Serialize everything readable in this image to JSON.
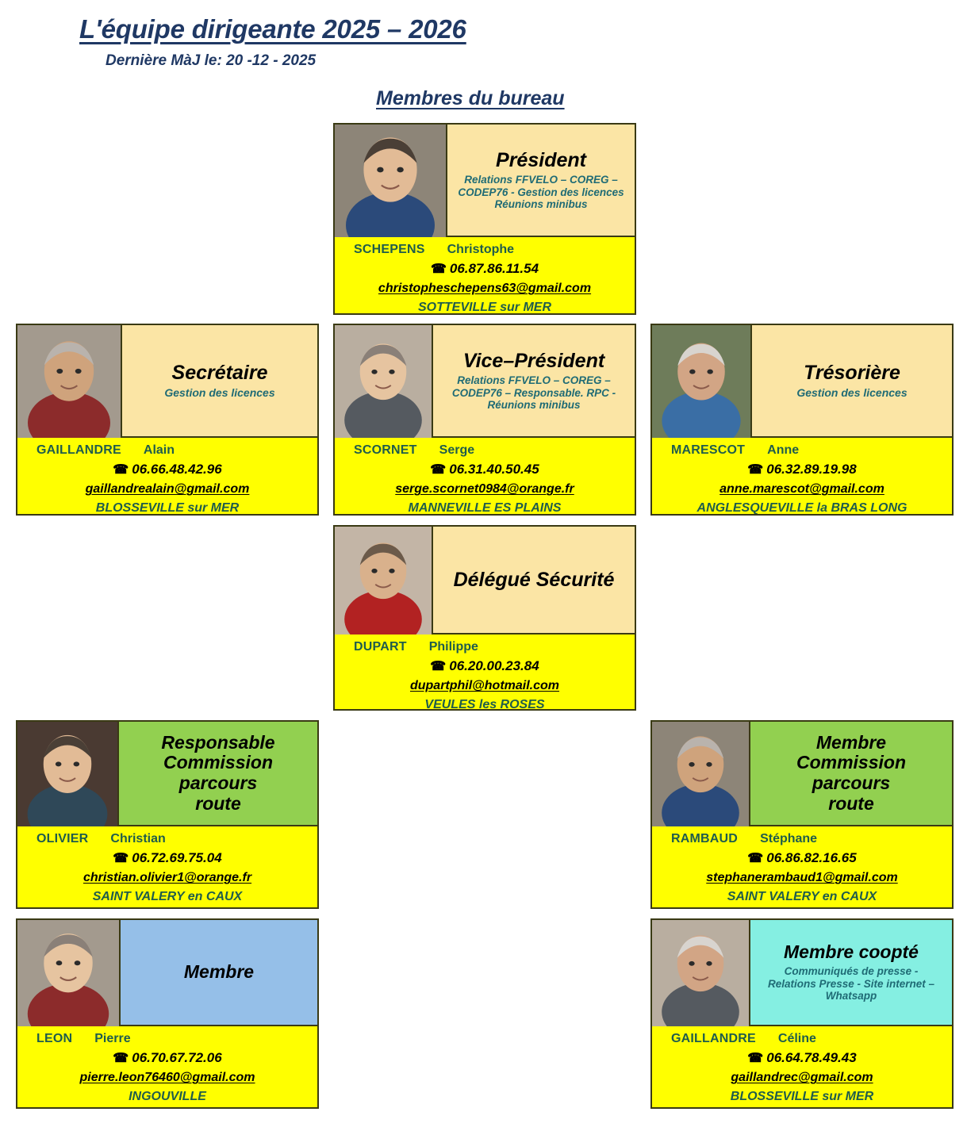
{
  "header": {
    "title": "L'équipe dirigeante 2025 – 2026",
    "subtitle": "Dernière MàJ le: 20 -12 - 2025",
    "section_title": "Membres du bureau"
  },
  "colors": {
    "title_blue": "#1F3864",
    "role_header_cream": "#FBE5A5",
    "role_header_green": "#92D050",
    "role_header_blue": "#95BFE8",
    "role_header_cyan": "#85EFE2",
    "contact_yellow": "#FFFF00",
    "name_green": "#1F5C4C",
    "sub_teal": "#1F6B75",
    "border": "#3A3A14"
  },
  "phone_icon": "☎",
  "cards": [
    {
      "id": "president",
      "role": "Président",
      "role_sub": "Relations  FFVELO – COREG –\nCODEP76 - Gestion des  licences\nRéunions minibus",
      "family_name": "SCHEPENS",
      "given_name": "Christophe",
      "phone": "06.87.86.11.54",
      "email": "christopheschepens63@gmail.com",
      "city": "SOTTEVILLE sur MER",
      "header_color": "#FBE5A5",
      "photo_name": "photo-schepens-christophe"
    },
    {
      "id": "secretaire",
      "role": "Secrétaire",
      "role_sub": "Gestion des  licences",
      "family_name": "GAILLANDRE",
      "given_name": "Alain",
      "phone": "06.66.48.42.96",
      "email": "gaillandrealain@gmail.com",
      "city": "BLOSSEVILLE sur MER",
      "header_color": "#FBE5A5",
      "photo_name": "photo-gaillandre-alain"
    },
    {
      "id": "vice-president",
      "role": "Vice–Président",
      "role_sub": "Relations  FFVELO – COREG –\nCODEP76 – Responsable. RPC -\nRéunions minibus",
      "family_name": "SCORNET",
      "given_name": "Serge",
      "phone": "06.31.40.50.45",
      "email": "serge.scornet0984@orange.fr",
      "city": "MANNEVILLE ES PLAINS",
      "header_color": "#FBE5A5",
      "photo_name": "photo-scornet-serge"
    },
    {
      "id": "tresoriere",
      "role": "Trésorière",
      "role_sub": "Gestion des  licences",
      "family_name": "MARESCOT",
      "given_name": "Anne",
      "phone": "06.32.89.19.98",
      "email": "anne.marescot@gmail.com",
      "city": "ANGLESQUEVILLE la BRAS LONG",
      "header_color": "#FBE5A5",
      "photo_name": "photo-marescot-anne"
    },
    {
      "id": "delegue-securite",
      "role": "Délégué Sécurité",
      "role_sub": "",
      "family_name": "DUPART",
      "given_name": "Philippe",
      "phone": "06.20.00.23.84",
      "email": "dupartphil@hotmail.com",
      "city": "VEULES les ROSES",
      "header_color": "#FBE5A5",
      "photo_name": "photo-dupart-philippe"
    },
    {
      "id": "responsable-commission-parcours-route",
      "role": "Responsable\nCommission parcours\nroute",
      "role_sub": "",
      "family_name": "OLIVIER",
      "given_name": "Christian",
      "phone": "06.72.69.75.04",
      "email": "christian.olivier1@orange.fr",
      "city": "SAINT VALERY en CAUX",
      "header_color": "#92D050",
      "photo_name": "photo-olivier-christian"
    },
    {
      "id": "membre-commission-parcours-route",
      "role": "Membre\nCommission parcours\nroute",
      "role_sub": "",
      "family_name": "RAMBAUD",
      "given_name": "Stéphane",
      "phone": "06.86.82.16.65",
      "email": "stephanerambaud1@gmail.com",
      "city": "SAINT VALERY en CAUX",
      "header_color": "#92D050",
      "photo_name": "photo-rambaud-stephane"
    },
    {
      "id": "membre",
      "role": "Membre",
      "role_sub": "",
      "family_name": "LEON",
      "given_name": "Pierre",
      "phone": "06.70.67.72.06",
      "email": "pierre.leon76460@gmail.com",
      "city": "INGOUVILLE",
      "header_color": "#95BFE8",
      "photo_name": "photo-leon-pierre"
    },
    {
      "id": "membre-coopte",
      "role": "Membre coopté",
      "role_sub": "Communiqués de presse -\nRelations Presse -  Site internet –\nWhatsapp",
      "family_name": "GAILLANDRE",
      "given_name": "Céline",
      "phone": "06.64.78.49.43",
      "email": "gaillandrec@gmail.com",
      "city": "BLOSSEVILLE sur MER",
      "header_color": "#85EFE2",
      "photo_name": "photo-gaillandre-celine"
    }
  ]
}
